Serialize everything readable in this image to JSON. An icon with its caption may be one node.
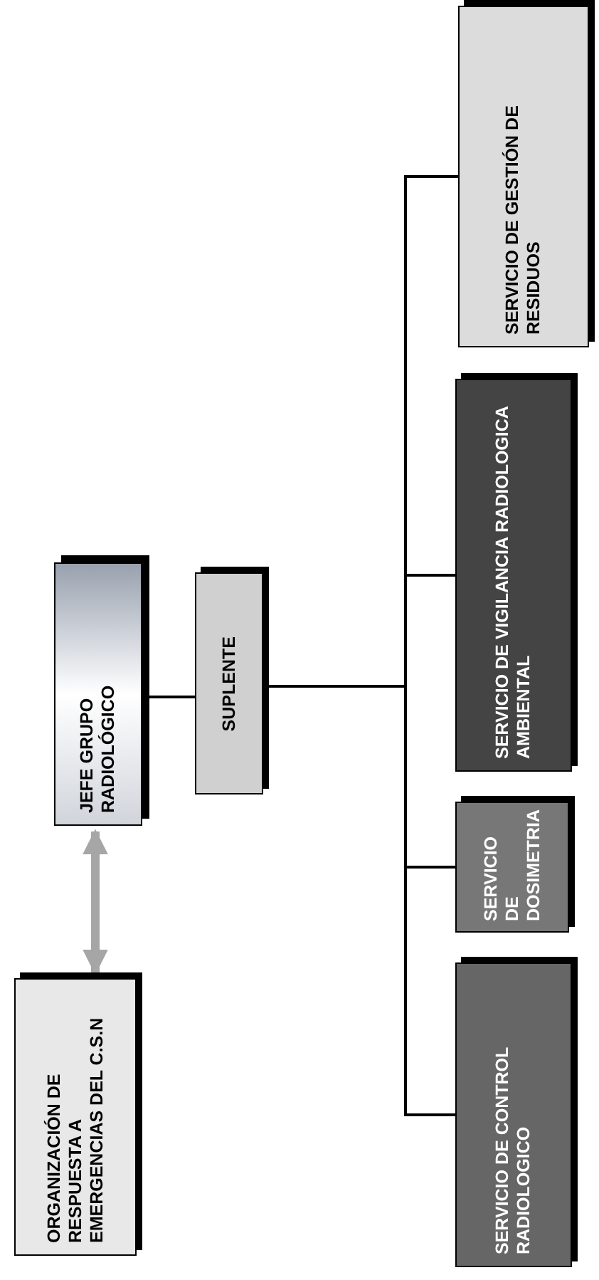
{
  "diagram": {
    "nodes": [
      {
        "text": [
          "JEFE GRUPO RADIOLÓGICO"
        ]
      },
      {
        "text": [
          "SUPLENTE"
        ]
      },
      {
        "text": [
          "ORGANIZACIÓN DE RESPUESTA A EMERGENCIAS DEL C.S.N"
        ]
      },
      {
        "text": [
          "SERVICIO DE CONTROL RADIOLOGICO"
        ]
      },
      {
        "text": [
          "SERVICIO DE DOSIMETRIA"
        ]
      },
      {
        "text": [
          "SERVICIO DE VIGILANCIA RADIOLOGICA AMBIENTAL"
        ]
      },
      {
        "text": [
          "SERVICIO DE GESTIÓN DE RESIDUOS"
        ]
      }
    ],
    "edges": [
      {
        "from": 2,
        "to": 0,
        "arrow": "both",
        "style": "thick",
        "color": "#a6a6a6"
      },
      {
        "from": 0,
        "to": 1,
        "arrow": "none"
      },
      {
        "from": 1,
        "to": 3,
        "arrow": "none"
      },
      {
        "from": 1,
        "to": 4,
        "arrow": "none"
      },
      {
        "from": 1,
        "to": 5,
        "arrow": "none"
      },
      {
        "from": 1,
        "to": 6,
        "arrow": "none"
      }
    ]
  }
}
